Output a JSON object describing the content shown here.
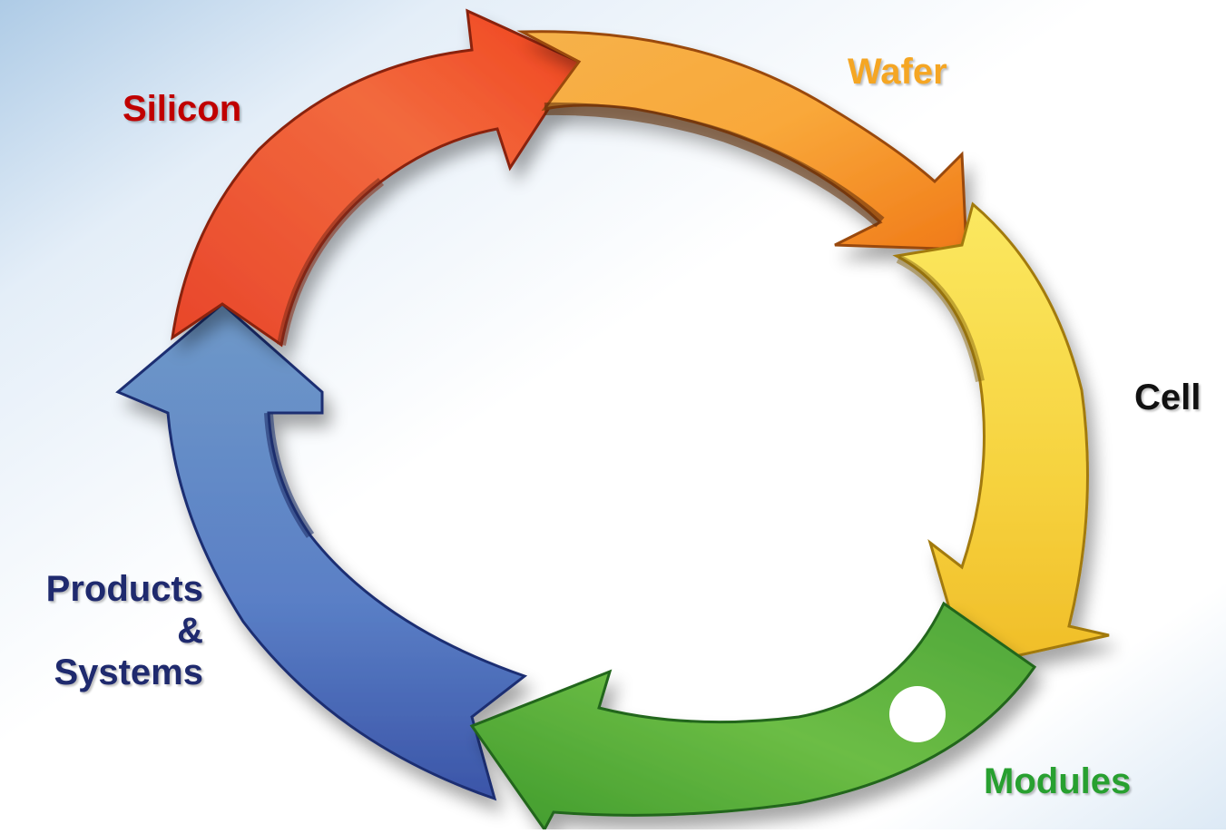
{
  "diagram": {
    "type": "cycle",
    "stages": [
      {
        "id": "silicon",
        "text": "Silicon",
        "color": "#c00000",
        "arrow_color": "#f2602e"
      },
      {
        "id": "wafer",
        "text": "Wafer",
        "color": "#f5a623",
        "arrow_color": "#f7a23a"
      },
      {
        "id": "cell",
        "text": "Cell",
        "color": "#111111",
        "arrow_color": "#f5da3c"
      },
      {
        "id": "modules",
        "text": "Modules",
        "color": "#28a030",
        "arrow_color": "#58b03a"
      },
      {
        "id": "products",
        "text": "Products & Systems",
        "lines": [
          "Products",
          "&",
          "Systems"
        ],
        "color": "#1f2a6e",
        "arrow_color": "#5a86bf"
      }
    ]
  }
}
